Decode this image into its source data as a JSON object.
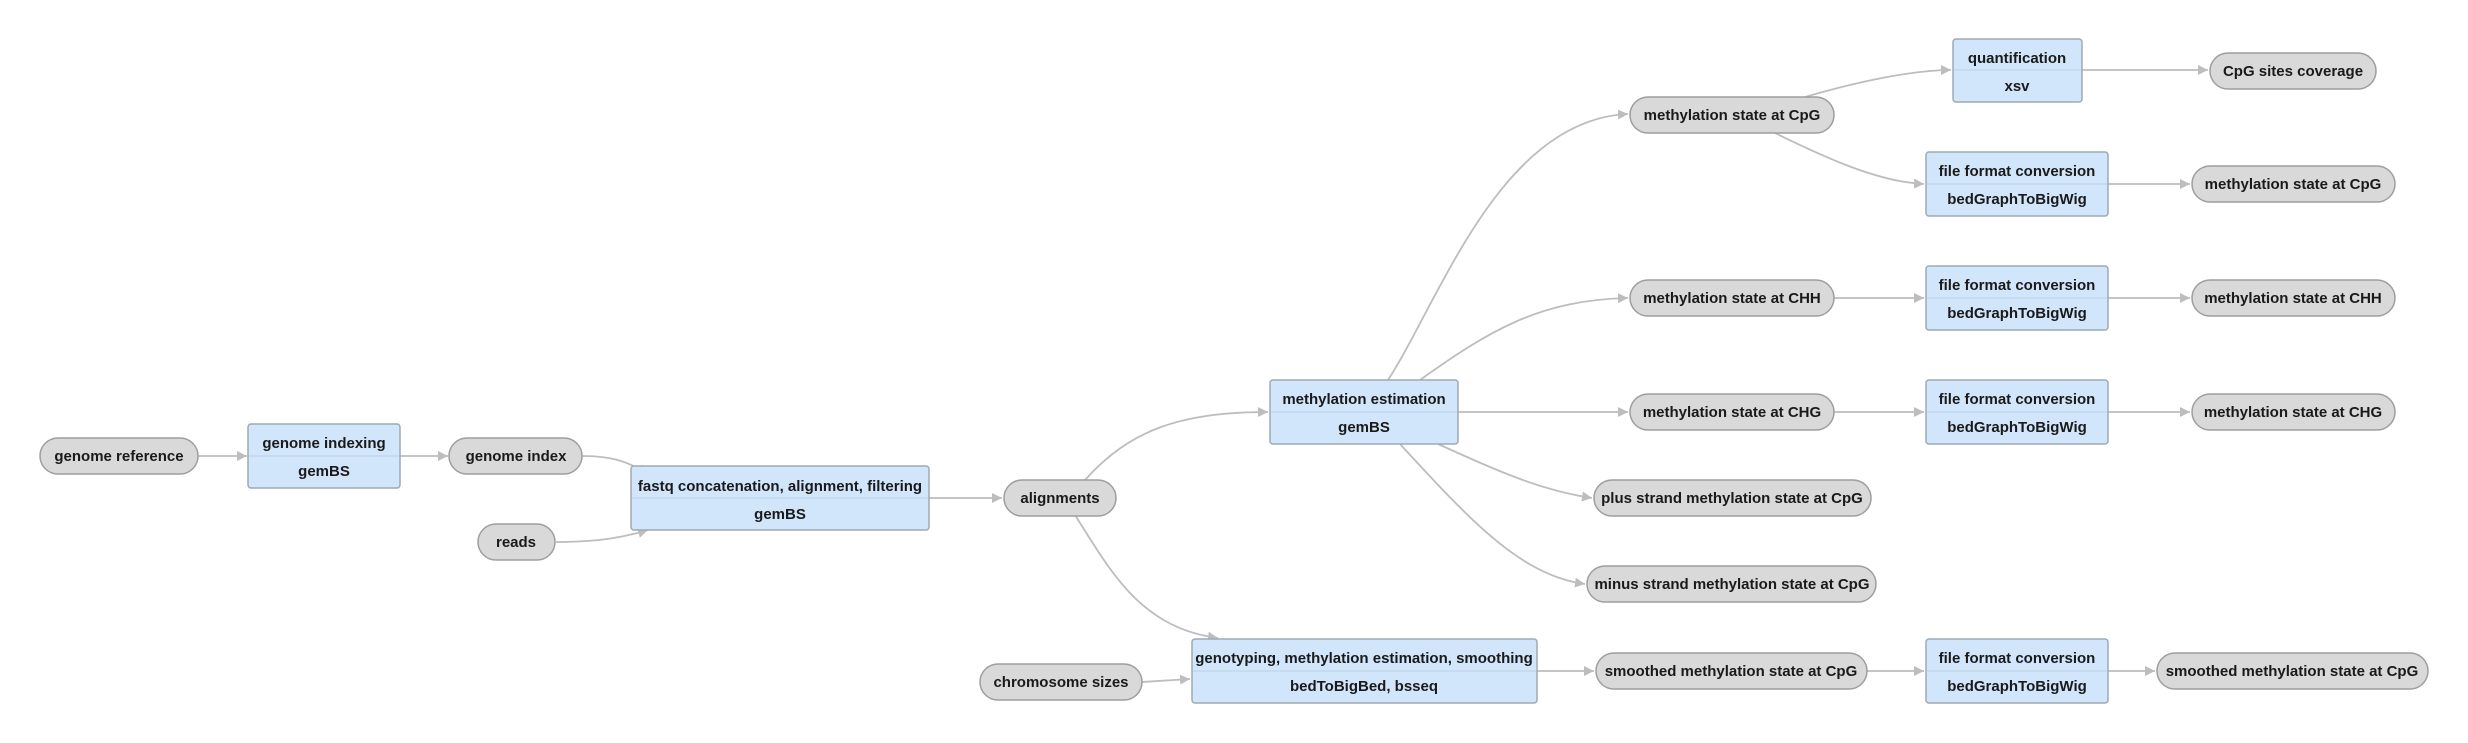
{
  "nodes": {
    "genome_reference": "genome reference",
    "genome_indexing": {
      "title": "genome indexing",
      "tool": "gemBS"
    },
    "genome_index": "genome index",
    "reads": "reads",
    "fastq_alignment": {
      "title": "fastq concatenation, alignment, filtering",
      "tool": "gemBS"
    },
    "alignments": "alignments",
    "methylation_estimation": {
      "title": "methylation estimation",
      "tool": "gemBS"
    },
    "meth_cpg": "methylation state at CpG",
    "meth_chh": "methylation state at CHH",
    "meth_chg": "methylation state at CHG",
    "plus_strand": "plus strand methylation state at CpG",
    "minus_strand": "minus strand methylation state at CpG",
    "quantification": {
      "title": "quantification",
      "tool": "xsv"
    },
    "cpg_coverage": "CpG sites coverage",
    "conv_cpg": {
      "title": "file format conversion",
      "tool": "bedGraphToBigWig"
    },
    "out_cpg": "methylation state at CpG",
    "conv_chh": {
      "title": "file format conversion",
      "tool": "bedGraphToBigWig"
    },
    "out_chh": "methylation state at CHH",
    "conv_chg": {
      "title": "file format conversion",
      "tool": "bedGraphToBigWig"
    },
    "out_chg": "methylation state at CHG",
    "chromosome_sizes": "chromosome sizes",
    "genotyping": {
      "title": "genotyping, methylation estimation, smoothing",
      "tool": "bedToBigBed, bsseq"
    },
    "smoothed_cpg": "smoothed methylation state at CpG",
    "conv_smoothed": {
      "title": "file format conversion",
      "tool": "bedGraphToBigWig"
    },
    "out_smoothed": "smoothed methylation state at CpG"
  },
  "colors": {
    "data_node_fill": "#d9d9d9",
    "process_node_fill": "#d2e6fb",
    "edge": "#bdbdbd"
  }
}
